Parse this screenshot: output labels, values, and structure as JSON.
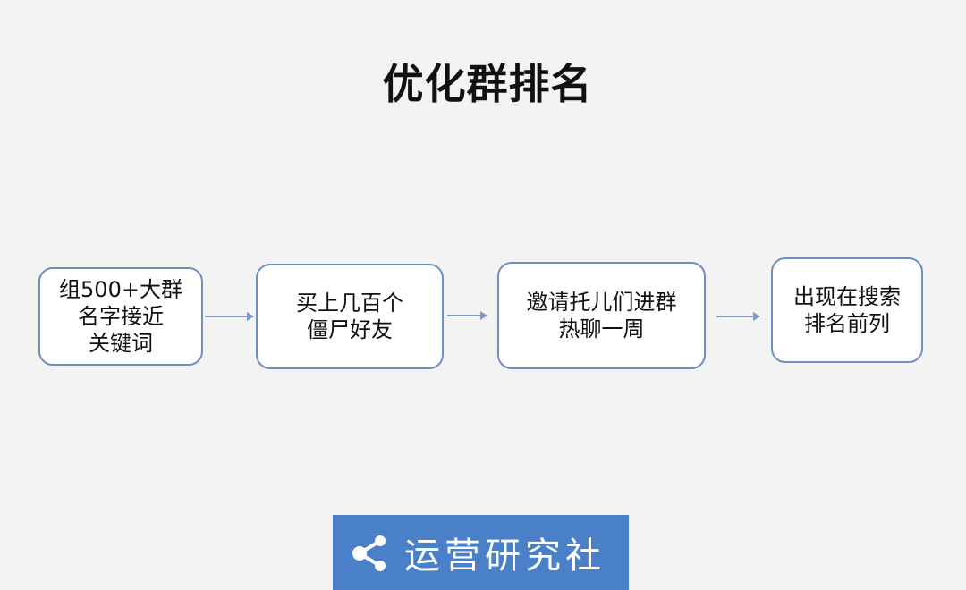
{
  "title": "优化群排名",
  "steps": [
    {
      "lines": [
        "组500+大群",
        "名字接近",
        "关键词"
      ]
    },
    {
      "lines": [
        "买上几百个",
        "僵尸好友"
      ]
    },
    {
      "lines": [
        "邀请托儿们进群",
        "热聊一周"
      ]
    },
    {
      "lines": [
        "出现在搜索",
        "排名前列"
      ]
    }
  ],
  "logo": {
    "icon": "share-icon",
    "text": "运营研究社"
  },
  "colors": {
    "background": "#f3f3f3",
    "box_border": "#6f8fc3",
    "arrow": "#7e99c8",
    "logo_background": "#4a80c8"
  }
}
